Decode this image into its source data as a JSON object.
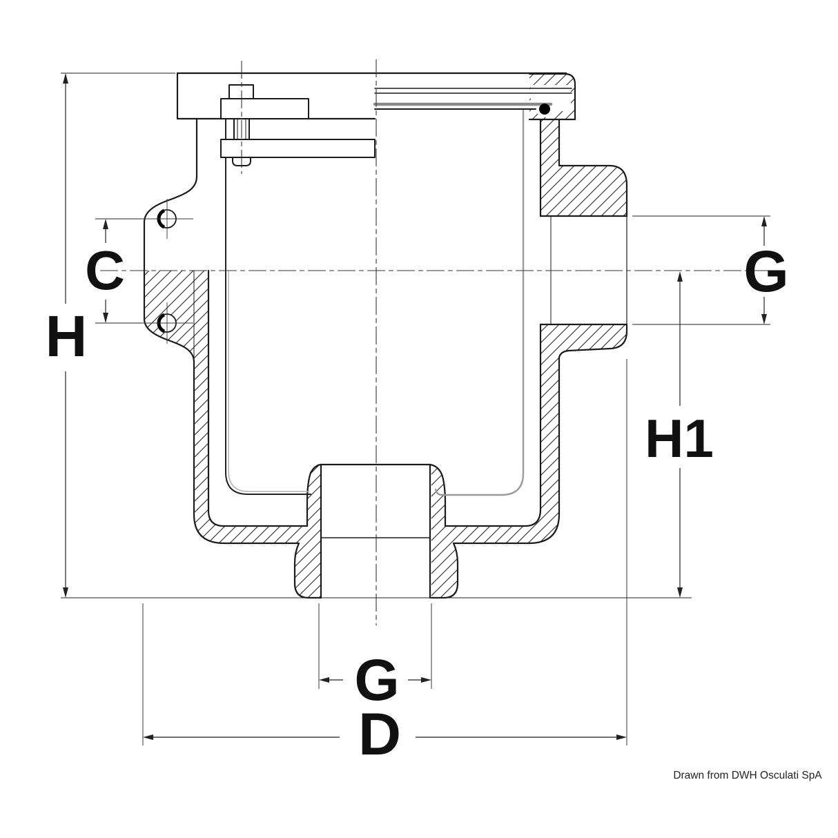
{
  "drawing": {
    "type": "technical-cross-section",
    "subject": "Water strainer housing, sectional dimension drawing",
    "credit": "Drawn from DWH Osculati SpA",
    "colors": {
      "line": "#1a1a1a",
      "dimension": "#222222",
      "basket_gray": "#9a9a9a",
      "background": "#ffffff"
    },
    "dimensions": {
      "overall_height_label": "H",
      "bracket_hole_spacing_label": "C",
      "side_port_thread_label": "G",
      "port_axis_height_label": "H1",
      "bottom_port_thread_label": "G",
      "overall_width_label": "D"
    }
  },
  "labels": {
    "h": "H",
    "c": "C",
    "g_side": "G",
    "h1": "H1",
    "g_bottom": "G",
    "d": "D",
    "credit": "Drawn from DWH Osculati SpA"
  }
}
